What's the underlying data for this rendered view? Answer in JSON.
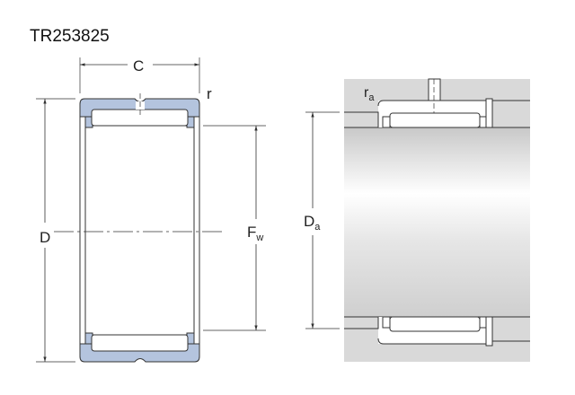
{
  "title": "TR253825",
  "labels": {
    "width": "C",
    "radius": "r",
    "outer_diameter": "D",
    "fw_main": "F",
    "fw_sub": "w",
    "da_main": "D",
    "da_sub": "a",
    "ra_main": "r",
    "ra_sub": "a"
  },
  "colors": {
    "ring": "#b4c4de",
    "housing": "#d9d9d9",
    "line": "#333333"
  }
}
